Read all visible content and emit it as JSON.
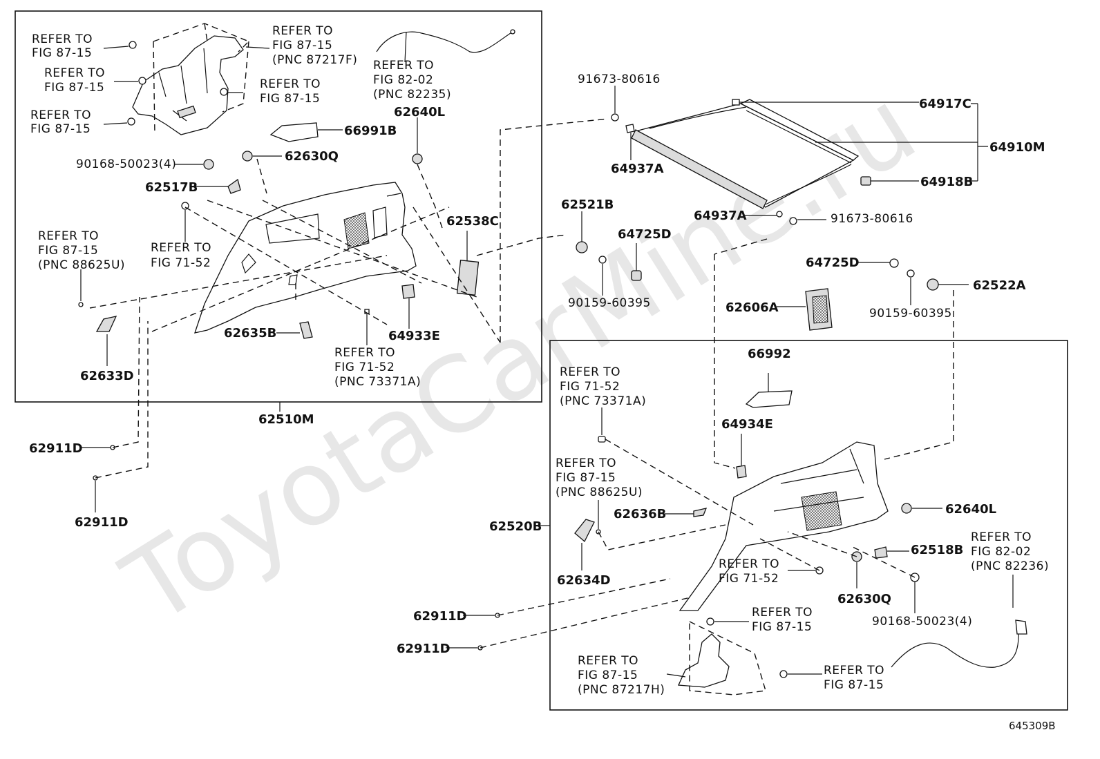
{
  "watermark": "ToyotaCarMine.ru",
  "figure_code": "645309B",
  "upper_box": {
    "assembly": "62510M",
    "refs": {
      "ref_a": [
        "REFER TO",
        "FIG 87-15"
      ],
      "ref_b": [
        "REFER TO",
        "FIG 87-15"
      ],
      "ref_c": [
        "REFER TO",
        "FIG 87-15"
      ],
      "ref_d": [
        "REFER TO",
        "FIG 87-15",
        "(PNC 87217F)"
      ],
      "ref_e": [
        "REFER TO",
        "FIG 87-15"
      ],
      "ref_f": [
        "REFER TO",
        "FIG 82-02",
        "(PNC 82235)"
      ],
      "ref_g": [
        "REFER TO",
        "FIG 87-15",
        "(PNC 88625U)"
      ],
      "ref_h": [
        "REFER TO",
        "FIG 71-52"
      ],
      "ref_i": [
        "REFER TO",
        "FIG 71-52",
        "(PNC 73371A)"
      ]
    },
    "parts": {
      "p66991B": "66991B",
      "p62640L": "62640L",
      "p62630Q": "62630Q",
      "p90168": "90168-50023(4)",
      "p62517B": "62517B",
      "p62538C": "62538C",
      "p62635B": "62635B",
      "p64933E": "64933E",
      "p62633D": "62633D"
    }
  },
  "middle": {
    "p91673a": "91673-80616",
    "p64917C": "64917C",
    "p64910M": "64910M",
    "p64918B": "64918B",
    "p64937A_1": "64937A",
    "p64937A_2": "64937A",
    "p91673b": "91673-80616",
    "p62521B": "62521B",
    "p64725D_1": "64725D",
    "p64725D_2": "64725D",
    "p62522A": "62522A",
    "p90159_1": "90159-60395",
    "p90159_2": "90159-60395",
    "p62606A": "62606A",
    "p62911D_1": "62911D",
    "p62911D_2": "62911D",
    "p62911D_3": "62911D",
    "p62911D_4": "62911D"
  },
  "lower_box": {
    "assembly": "62520B",
    "refs": {
      "ref_j": [
        "REFER TO",
        "FIG 71-52",
        "(PNC 73371A)"
      ],
      "ref_k": [
        "REFER TO",
        "FIG 87-15",
        "(PNC 88625U)"
      ],
      "ref_l": [
        "REFER TO",
        "FIG 71-52"
      ],
      "ref_m": [
        "REFER TO",
        "FIG 82-02",
        "(PNC 82236)"
      ],
      "ref_n": [
        "REFER TO",
        "FIG 87-15"
      ],
      "ref_o": [
        "REFER TO",
        "FIG 87-15",
        "(PNC 87217H)"
      ],
      "ref_p": [
        "REFER TO",
        "FIG 87-15"
      ]
    },
    "parts": {
      "p66992": "66992",
      "p64934E": "64934E",
      "p62636B": "62636B",
      "p62640L": "62640L",
      "p62634D": "62634D",
      "p62518B": "62518B",
      "p62630Q": "62630Q",
      "p90168": "90168-50023(4)"
    }
  }
}
